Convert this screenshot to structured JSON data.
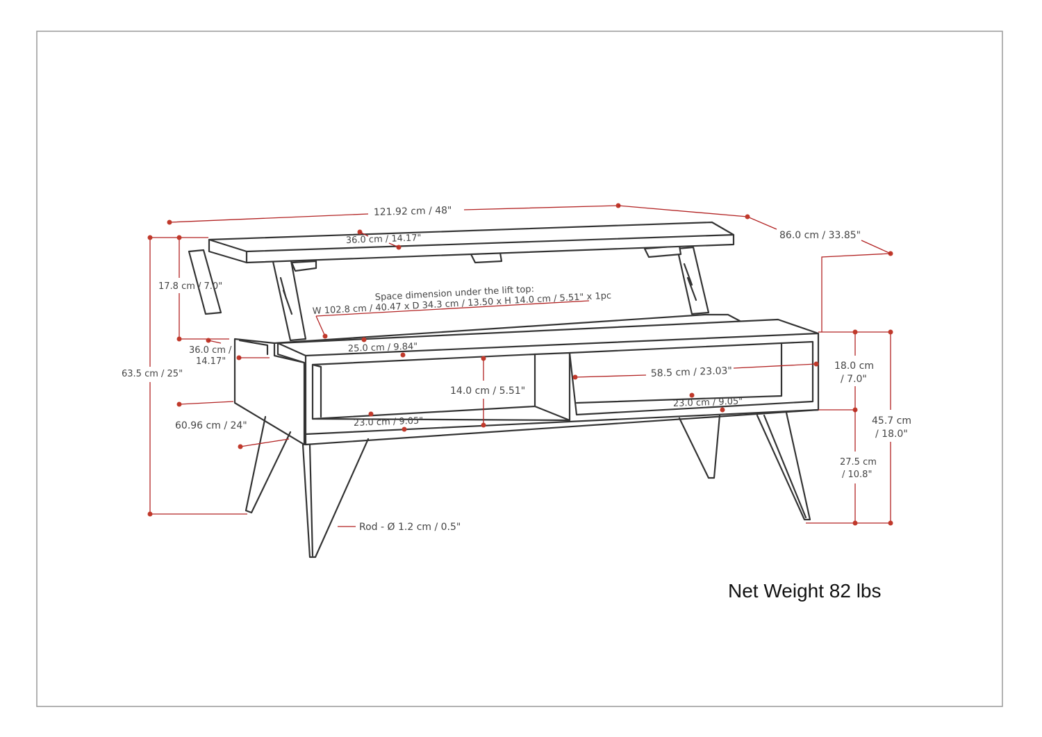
{
  "colors": {
    "dimension": "#b22222",
    "dot": "#c0392b",
    "outline": "#333333",
    "frame": "#999999"
  },
  "labels": {
    "width": "121.92 cm / 48\"",
    "depth": "86.0 cm / 33.85\"",
    "top_inner": "36.0 cm / 14.17\"",
    "lift_height": "17.8 cm / 7.0\"",
    "space_title": "Space dimension under the lift top:",
    "space_dims": "W 102.8 cm / 40.47 x D 34.3 cm / 13.50 x H 14.0 cm / 5.51\" x 1pc",
    "side_depth_1": "36.0 cm /",
    "side_depth_2": "14.17\"",
    "tray_depth": "25.0 cm / 9.84\"",
    "total_height": "63.5 cm / 25\"",
    "shelf_height": "14.0 cm / 5.51\"",
    "right_width": "58.5 cm / 23.03\"",
    "body_height_1": "18.0 cm",
    "body_height_2": "/ 7.0\"",
    "overall_height_1": "45.7 cm",
    "overall_height_2": "/ 18.0\"",
    "shelf_depth_left": "23.0 cm / 9.05\"",
    "shelf_depth_right": "23.0 cm / 9.05\"",
    "body_depth": "60.96 cm / 24\"",
    "leg_height_1": "27.5 cm",
    "leg_height_2": "/ 10.8\"",
    "rod": "Rod - Ø 1.2 cm / 0.5\"",
    "net_weight": "Net Weight 82 lbs"
  }
}
